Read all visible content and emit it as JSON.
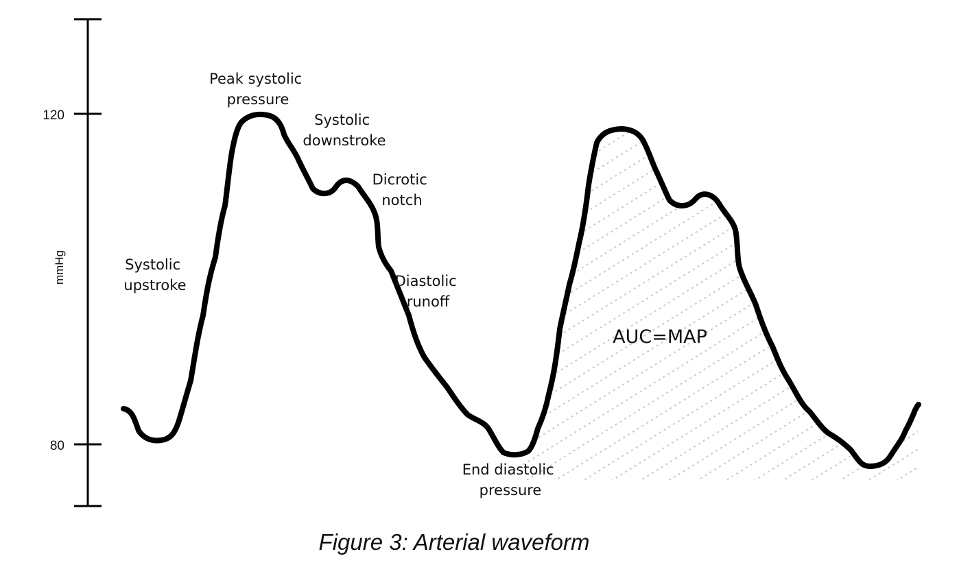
{
  "diagram": {
    "y_axis": {
      "label": "mmHg",
      "ticks": [
        "120",
        "80"
      ]
    },
    "annotations": {
      "systolic_upstroke": [
        "Systolic",
        "upstroke"
      ],
      "peak_systolic_pressure": [
        "Peak systolic",
        "pressure"
      ],
      "systolic_downstroke": [
        "Systolic",
        "downstroke"
      ],
      "dicrotic_notch": [
        "Dicrotic",
        "notch"
      ],
      "diastolic_runoff": [
        "Diastolic",
        "runoff"
      ],
      "end_diastolic_pressure": [
        "End diastolic",
        "pressure"
      ]
    },
    "area_label": "AUC=MAP",
    "caption": "Figure 3: Arterial waveform",
    "colors": {
      "stroke": "#000000",
      "hatch": "#c8c8c8"
    }
  }
}
